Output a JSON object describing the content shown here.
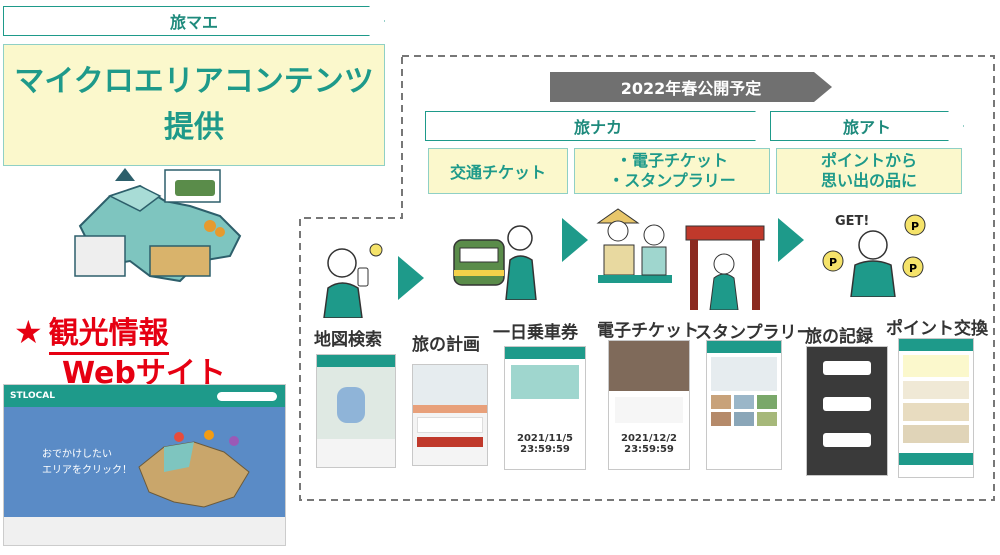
{
  "left": {
    "banner": "旅マエ",
    "title_line1": "マイクロエリアコンテンツ",
    "title_line2": "提供",
    "star": "★",
    "site_line1": "観光情報",
    "site_line2": "Webサイト",
    "site_logo": "STLOCAL",
    "site_tagline_1": "おでかけしたい",
    "site_tagline_2": "エリアをクリック！"
  },
  "right": {
    "release": "2022年春公開予定",
    "naka": "旅ナカ",
    "ato": "旅アト",
    "box_transport": "交通チケット",
    "box_eticket_1": "・電子チケット",
    "box_eticket_2": "・スタンプラリー",
    "box_points_1": "ポイントから",
    "box_points_2": "思い出の品に",
    "steps": [
      "地図検索",
      "旅の計画",
      "一日乗車券",
      "電子チケット",
      "スタンプラリー",
      "旅の記録",
      "ポイント交換"
    ],
    "ticket_date_1": "2021/11/5",
    "ticket_time_1": "23:59:59",
    "ticket_date_2": "2021/12/2",
    "ticket_time_2": "23:59:59",
    "get_text": "GET!",
    "coin_letter": "P"
  },
  "colors": {
    "teal": "#1e9a8a",
    "yellow": "#fbf8cc",
    "red": "#e60012",
    "gray": "#707070"
  }
}
